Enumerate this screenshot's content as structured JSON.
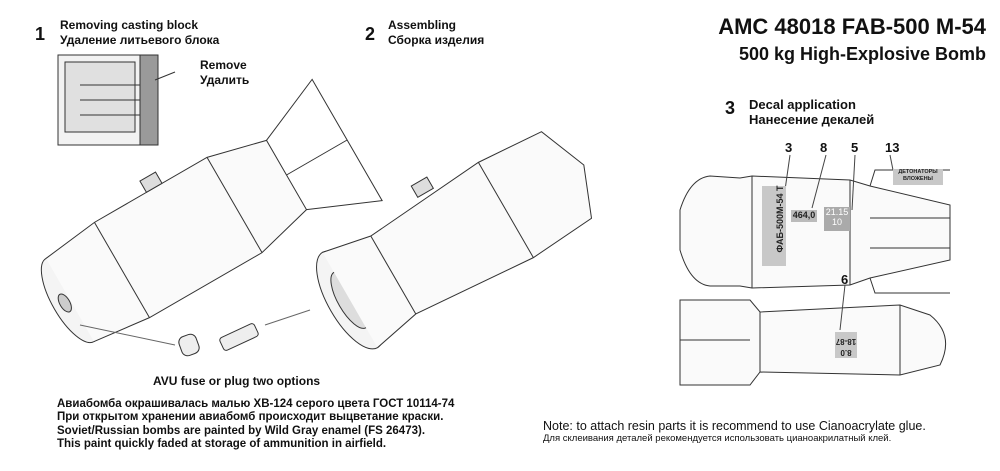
{
  "header": {
    "title": "AMC 48018 FAB-500 M-54",
    "subtitle": "500 kg High-Explosive Bomb"
  },
  "steps": [
    {
      "number": "1",
      "title_en": "Removing casting block",
      "title_ru": "Удаление литьевого блока"
    },
    {
      "number": "2",
      "title_en": "Assembling",
      "title_ru": "Сборка изделия"
    },
    {
      "number": "3",
      "title_en": "Decal application",
      "title_ru": "Нанесение декалей"
    }
  ],
  "remove_label": {
    "en": "Remove",
    "ru": "Удалить"
  },
  "fuse_caption": "AVU fuse or plug two options",
  "paint_note": [
    "Авиабомба окрашивалась малью ХВ-124 серого цвета ГОСТ 10114-74",
    "При открытом хранении авиабомб происходит выцветание  краски.",
    "Soviet/Russian bombs are painted by Wild Gray enamel (FS 26473).",
    "This paint quickly faded at storage of ammunition in airfield."
  ],
  "glue_note": {
    "en": "Note: to attach resin parts it is recommend to use Cianoacrylate glue.",
    "ru": "Для склеивания деталей рекомендуется использовать цианоакрилатный клей."
  },
  "decal_callouts": [
    "3",
    "8",
    "5",
    "13",
    "6"
  ],
  "decals": {
    "d3_line1": "ФАБ-500М-54",
    "d3_line2": "Т",
    "d8": "464,0",
    "d5_line1": "21.15",
    "d5_line2": "10",
    "d13_line1": "ДЕТОНАТОРЫ",
    "d13_line2": "ВЛОЖЕНЫ",
    "d6_line1": "8.0",
    "d6_line2": "18-87"
  },
  "colors": {
    "decal_gray": "#c8c8c8",
    "ink": "#111111"
  }
}
